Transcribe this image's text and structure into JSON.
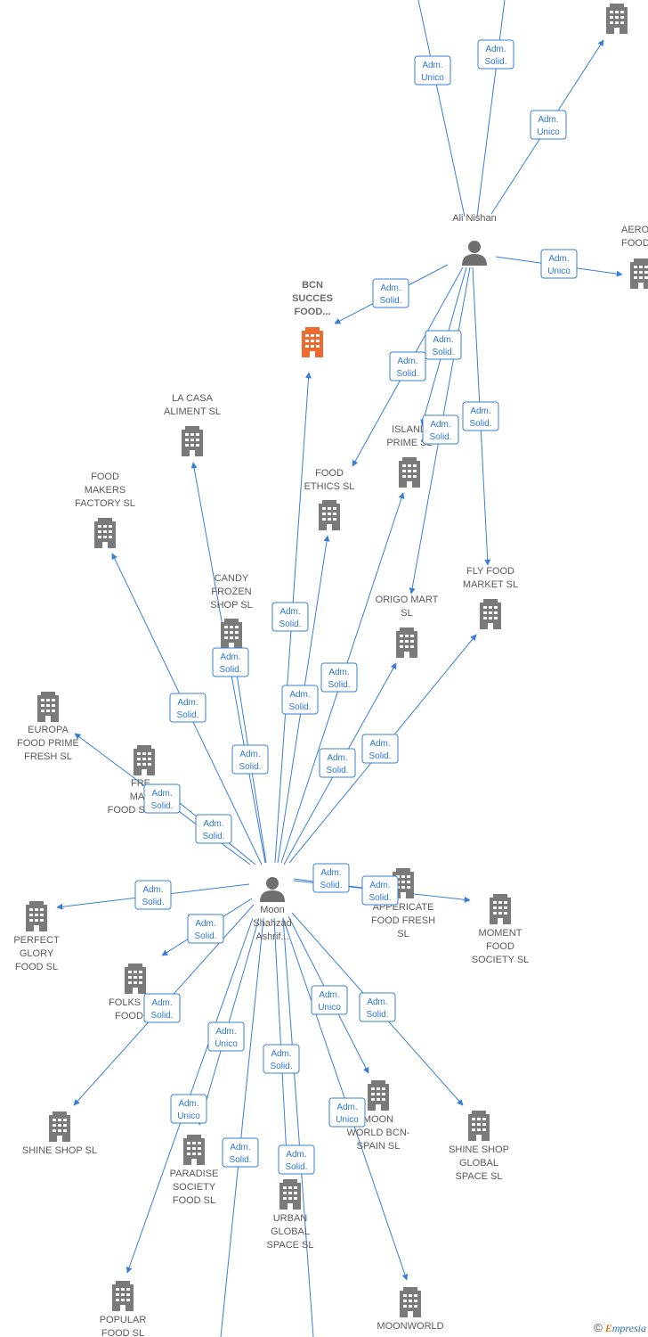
{
  "colors": {
    "edge": "#3a7fd5",
    "company": "#7a7a7a",
    "focus_company": "#ef6a2f",
    "person": "#6f6f6f",
    "label": "#5a5a5a"
  },
  "people": [
    {
      "id": "ali",
      "lines": [
        "Ali Nishan"
      ]
    },
    {
      "id": "moon",
      "lines": [
        "Moon",
        "Shahzad",
        "Ashrif..."
      ]
    }
  ],
  "companies": [
    {
      "id": "c_top",
      "lines": []
    },
    {
      "id": "aero",
      "lines": [
        "AERO",
        "FOOD"
      ]
    },
    {
      "id": "bcn",
      "lines": [
        "BCN",
        "SUCCES",
        "FOOD..."
      ],
      "focus": true
    },
    {
      "id": "casa",
      "lines": [
        "LA CASA",
        "ALIMENT  SL"
      ]
    },
    {
      "id": "island",
      "lines": [
        "ISLAND",
        "PRIME  SL"
      ]
    },
    {
      "id": "makers",
      "lines": [
        "FOOD",
        "MAKERS",
        "FACTORY  SL"
      ]
    },
    {
      "id": "ethics",
      "lines": [
        "FOOD",
        "ETHICS  SL"
      ]
    },
    {
      "id": "flyfood",
      "lines": [
        "FLY FOOD",
        "MARKET  SL"
      ]
    },
    {
      "id": "candy",
      "lines": [
        "CANDY",
        "FROZEN",
        "SHOP  SL"
      ]
    },
    {
      "id": "origo",
      "lines": [
        "ORIGO MART",
        "SL"
      ]
    },
    {
      "id": "europa",
      "lines": [
        "EUROPA",
        "FOOD PRIME",
        "FRESH  SL"
      ]
    },
    {
      "id": "fresh",
      "lines": [
        "FRE",
        "MAR",
        "FOOD SIAL  SL"
      ]
    },
    {
      "id": "appericate",
      "lines": [
        "APPERICATE",
        "FOOD FRESH",
        "SL"
      ]
    },
    {
      "id": "moment",
      "lines": [
        "MOMENT",
        "FOOD",
        "SOCIETY  SL"
      ]
    },
    {
      "id": "perfect",
      "lines": [
        "PERFECT",
        "GLORY",
        "FOOD  SL"
      ]
    },
    {
      "id": "folks",
      "lines": [
        "FOLKS F",
        "FOOD"
      ]
    },
    {
      "id": "shine",
      "lines": [
        "SHINE SHOP  SL"
      ]
    },
    {
      "id": "moonworldbcn",
      "lines": [
        "MOON",
        "WORLD BCN-",
        "SPAIN  SL"
      ]
    },
    {
      "id": "shineglobal",
      "lines": [
        "SHINE SHOP",
        "GLOBAL",
        "SPACE  SL"
      ]
    },
    {
      "id": "paradise",
      "lines": [
        "PARADISE",
        "SOCIETY",
        "FOOD  SL"
      ]
    },
    {
      "id": "urban",
      "lines": [
        "URBAN",
        "GLOBAL",
        "SPACE  SL"
      ]
    },
    {
      "id": "popular",
      "lines": [
        "POPULAR",
        "FOOD  SL"
      ]
    },
    {
      "id": "moonworld",
      "lines": [
        "MOONWORLD"
      ]
    }
  ],
  "edges": [
    {
      "from": "ali",
      "to": "top_a",
      "lines": [
        "Adm.",
        "Unico"
      ]
    },
    {
      "from": "ali",
      "to": "top_b",
      "lines": [
        "Adm.",
        "Solid."
      ]
    },
    {
      "from": "ali",
      "to": "c_top",
      "lines": [
        "Adm.",
        "Unico"
      ]
    },
    {
      "from": "ali",
      "to": "aero",
      "lines": [
        "Adm.",
        "Unico"
      ]
    },
    {
      "from": "ali",
      "to": "bcn",
      "lines": [
        "Adm.",
        "Solid."
      ]
    },
    {
      "from": "ali",
      "to": "ethics",
      "lines": [
        "Adm.",
        "Solid."
      ]
    },
    {
      "from": "ali",
      "to": "island",
      "lines": [
        "Adm.",
        "Solid."
      ]
    },
    {
      "from": "ali",
      "to": "origo",
      "lines": [
        "Adm.",
        "Solid."
      ]
    },
    {
      "from": "ali",
      "to": "flyfood",
      "lines": [
        "Adm.",
        "Solid."
      ]
    },
    {
      "from": "moon",
      "to": "bcn",
      "lines": [
        "Adm.",
        "Solid."
      ]
    },
    {
      "from": "moon",
      "to": "casa",
      "lines": [
        "Adm.",
        "Solid."
      ]
    },
    {
      "from": "moon",
      "to": "candy",
      "lines": [
        "Adm.",
        "Solid."
      ]
    },
    {
      "from": "moon",
      "to": "ethics",
      "lines": [
        "Adm.",
        "Solid."
      ]
    },
    {
      "from": "moon",
      "to": "island",
      "lines": [
        "Adm.",
        "Solid."
      ]
    },
    {
      "from": "moon",
      "to": "makers",
      "lines": [
        "Adm.",
        "Solid."
      ]
    },
    {
      "from": "moon",
      "to": "origo",
      "lines": [
        "Adm.",
        "Solid."
      ]
    },
    {
      "from": "moon",
      "to": "flyfood",
      "lines": [
        "Adm.",
        "Solid."
      ]
    },
    {
      "from": "moon",
      "to": "europa",
      "lines": [
        "Adm.",
        "Solid."
      ]
    },
    {
      "from": "moon",
      "to": "fresh",
      "lines": [
        "Adm.",
        "Solid."
      ]
    },
    {
      "from": "moon",
      "to": "appericate",
      "lines": [
        "Adm.",
        "Solid."
      ]
    },
    {
      "from": "moon",
      "to": "moment",
      "lines": [
        "Adm.",
        "Solid."
      ]
    },
    {
      "from": "moon",
      "to": "perfect",
      "lines": [
        "Adm.",
        "Solid."
      ]
    },
    {
      "from": "moon",
      "to": "folks",
      "lines": [
        "Adm.",
        "Solid."
      ]
    },
    {
      "from": "moon",
      "to": "shine",
      "lines": [
        "Adm.",
        "Solid."
      ]
    },
    {
      "from": "moon",
      "to": "moonworldbcn",
      "lines": [
        "Adm.",
        "Unico"
      ]
    },
    {
      "from": "moon",
      "to": "shineglobal",
      "lines": [
        "Adm.",
        "Solid."
      ]
    },
    {
      "from": "moon",
      "to": "paradise",
      "lines": [
        "Adm.",
        "Unico"
      ]
    },
    {
      "from": "moon",
      "to": "urban",
      "lines": [
        "Adm.",
        "Solid."
      ]
    },
    {
      "from": "moon",
      "to": "popular",
      "lines": [
        "Adm.",
        "Unico"
      ]
    },
    {
      "from": "moon",
      "to": "moonworld",
      "lines": [
        "Adm.",
        "Unico"
      ]
    },
    {
      "from": "moon",
      "to": "bottom_a",
      "lines": [
        "Adm.",
        "Solid."
      ]
    },
    {
      "from": "moon",
      "to": "bottom_b",
      "lines": [
        "Adm.",
        "Solid."
      ]
    }
  ],
  "credit": {
    "symbol": "©",
    "brand_initial": "E",
    "brand_rest": "mpresia"
  }
}
